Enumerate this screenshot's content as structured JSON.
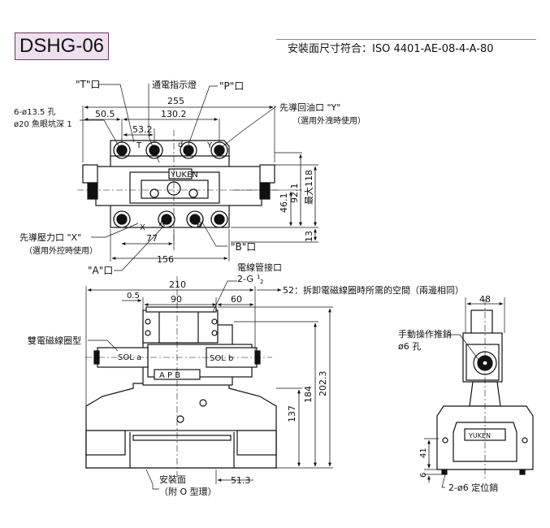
{
  "model": "DSHG-06",
  "mounting_standard": "安裝面尺寸符合：ISO 4401-AE-08-4-A-80",
  "top_view": {
    "port_T": "\"T\"口",
    "indicator": "通電指示燈",
    "port_P": "\"P\"口",
    "holes_line1": "6-ø13.5 孔",
    "holes_line2": "ø20 魚眼坑深 1",
    "pilot_drain_line1": "先導回油口 \"Y\"",
    "pilot_drain_line2": "（選用外洩時使用）",
    "pilot_pressure_line1": "先導壓力口 \"X\"",
    "pilot_pressure_line2": "（選用外控時使用）",
    "port_B": "\"B\"口",
    "port_A": "\"A\"口",
    "dim_255": "255",
    "dim_50_5": "50.5",
    "dim_130_2": "130.2",
    "dim_53_2": "53.2",
    "dim_77": "77",
    "dim_156": "156",
    "dim_46_1": "46.1",
    "dim_92_1": "92.1",
    "dim_max118": "最大118",
    "dim_13": "13",
    "letter_x": "X",
    "letter_a": "A",
    "letter_b": "B",
    "letter_y": "Y",
    "letter_d": "d",
    "letter_t": "T",
    "logo": "YUKEN"
  },
  "front_view": {
    "conduit_line1": "電線管接口",
    "conduit_line2_main": "2-G",
    "conduit_frac_num": "1",
    "conduit_frac_den": "2",
    "dim_210": "210",
    "dim_0_5": "0.5",
    "dim_90": "90",
    "dim_60": "60",
    "note_52": "52：拆卸電磁線圈時所需的空間（兩邊相同）",
    "double_solenoid": "雙電磁線圈型",
    "sol_a": "SOL a",
    "sol_b": "SOL b",
    "apb": "A  P  B",
    "dim_202_3": "202.3",
    "dim_184": "184",
    "dim_137": "137",
    "dim_51_3": "51.3",
    "mount_line1": "安裝面",
    "mount_line2": "（附 O 型環）"
  },
  "side_view": {
    "dim_48": "48",
    "manual_line1": "手動操作推銷",
    "manual_line2": "ø6 孔",
    "dim_41": "41",
    "dim_6": "6",
    "pin_label": "2-ø6 定位銷",
    "logo": "YUKEN"
  }
}
